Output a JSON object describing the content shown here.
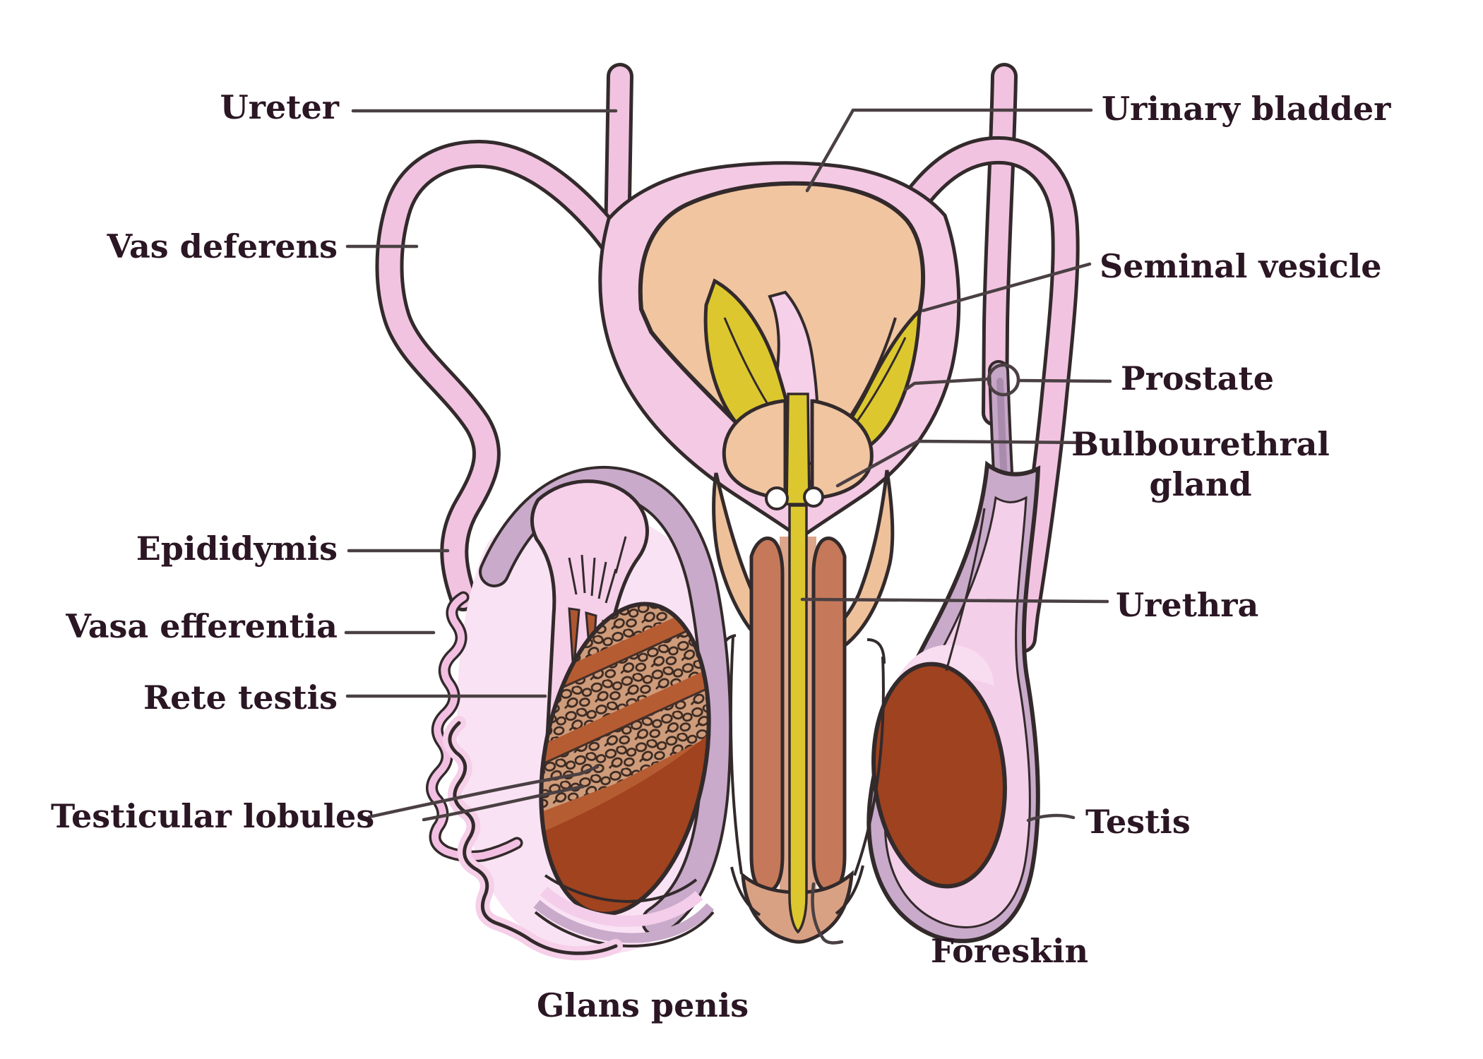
{
  "figure": {
    "kind": "anatomical-diagram",
    "subject": "Male reproductive system, longitudinal section, hand-drawn style"
  },
  "labels": {
    "ureter": "Ureter",
    "vas_deferens": "Vas deferens",
    "epididymis": "Epididymis",
    "vasa_efferentia": "Vasa efferentia",
    "rete_testis": "Rete testis",
    "testicular_lobules": "Testicular lobules",
    "urinary_bladder": "Urinary bladder",
    "seminal_vesicle": "Seminal vesicle",
    "prostate": "Prostate",
    "bulbourethral_gland": {
      "line1": "Bulbourethral",
      "line2": "gland"
    },
    "urethra": "Urethra",
    "testis": "Testis",
    "foreskin": "Foreskin",
    "glans_penis": "Glans penis"
  },
  "palette": {
    "ink_outline": "#332a2b",
    "label_text": "#2b1624",
    "leader_line": "#4a4043",
    "pink_duct": "#f2c3e1",
    "pink_light": "#f6d0ea",
    "mauve_sac": "#c9aaca",
    "peach_organ": "#f0c5a0",
    "yellow_gland": "#dcc82e",
    "salmon_corpus": "#c5795a",
    "salmon_light": "#dca68a",
    "glans_salmon": "#d9a183",
    "testis_rust": "#9f4220",
    "lobule_brown": "#b65c33",
    "lobule_tan": "#cf9c7b"
  }
}
